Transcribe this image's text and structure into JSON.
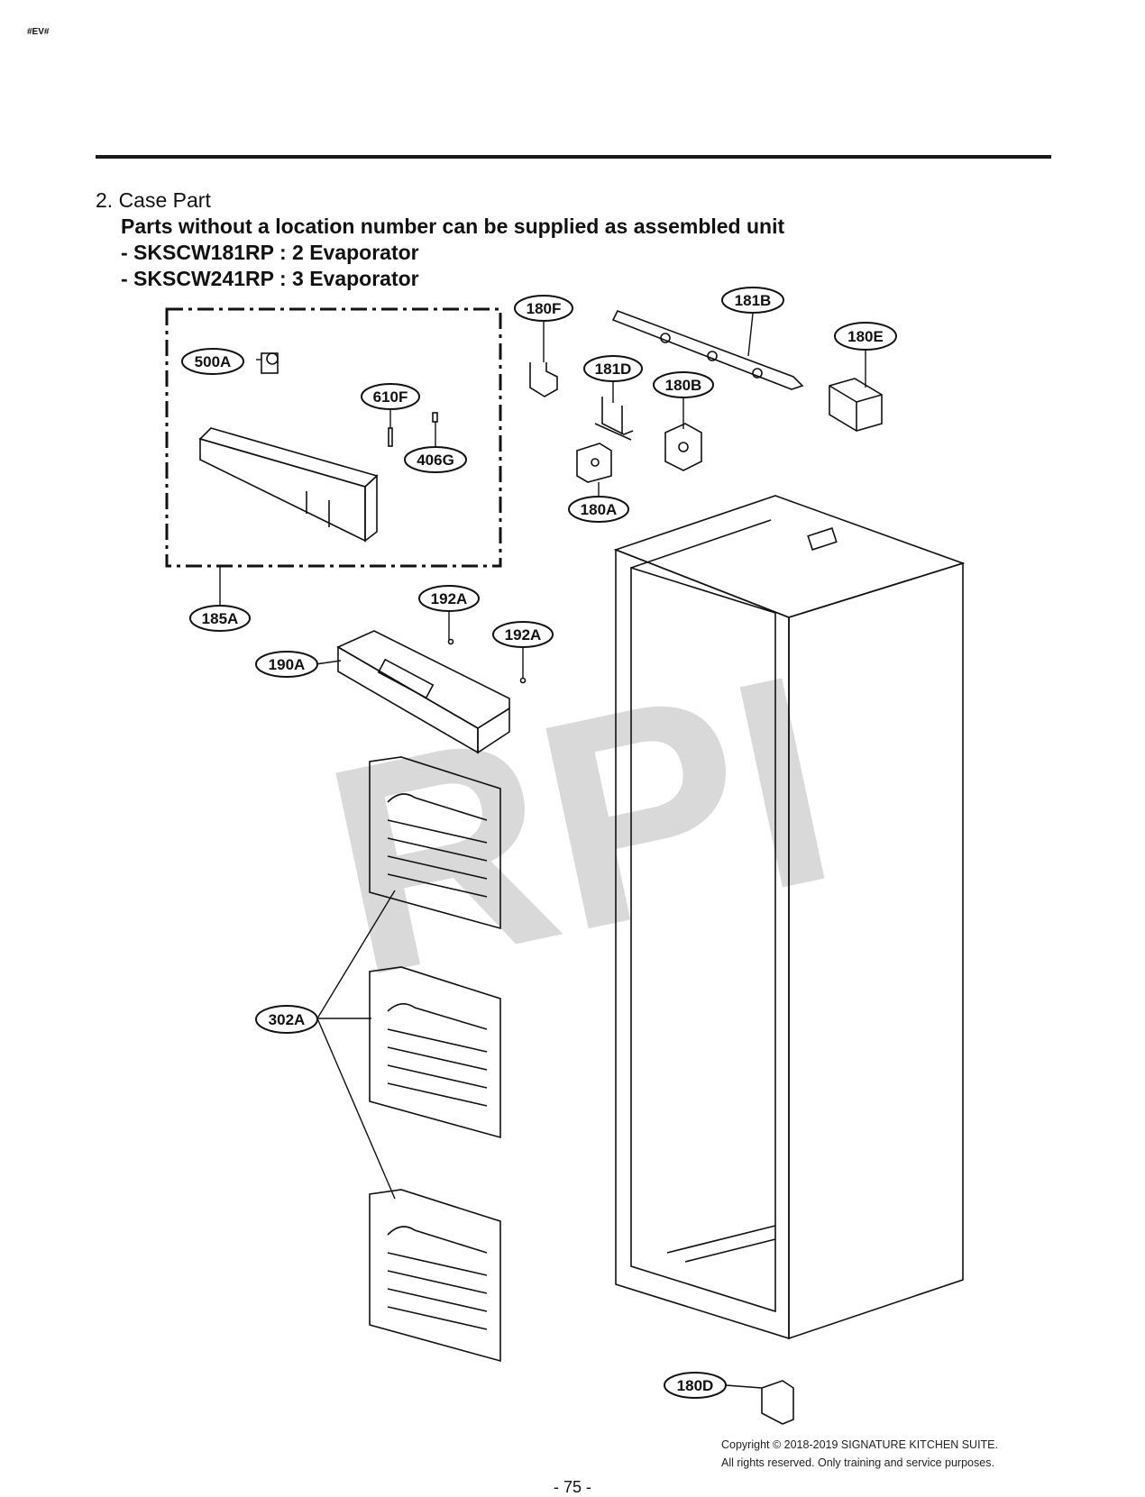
{
  "page_tag": "#EV#",
  "heading": {
    "title": "2. Case Part",
    "lines": [
      "Parts without a location number can be supplied as assembled unit",
      "- SKSCW181RP : 2 Evaporator",
      "- SKSCW241RP : 3 Evaporator"
    ]
  },
  "watermark": "RPI",
  "callouts": {
    "c180F": "180F",
    "c181B": "181B",
    "c180E": "180E",
    "c500A": "500A",
    "c181D": "181D",
    "c180B": "180B",
    "c610F": "610F",
    "c406G": "406G",
    "c180A": "180A",
    "c185A": "185A",
    "c192A_1": "192A",
    "c192A_2": "192A",
    "c190A": "190A",
    "c302A": "302A",
    "c180D": "180D"
  },
  "page_number": "- 75 -",
  "footer": {
    "line1": "Copyright © 2018-2019 SIGNATURE KITCHEN SUITE.",
    "line2": "All rights reserved. Only training and service purposes."
  }
}
